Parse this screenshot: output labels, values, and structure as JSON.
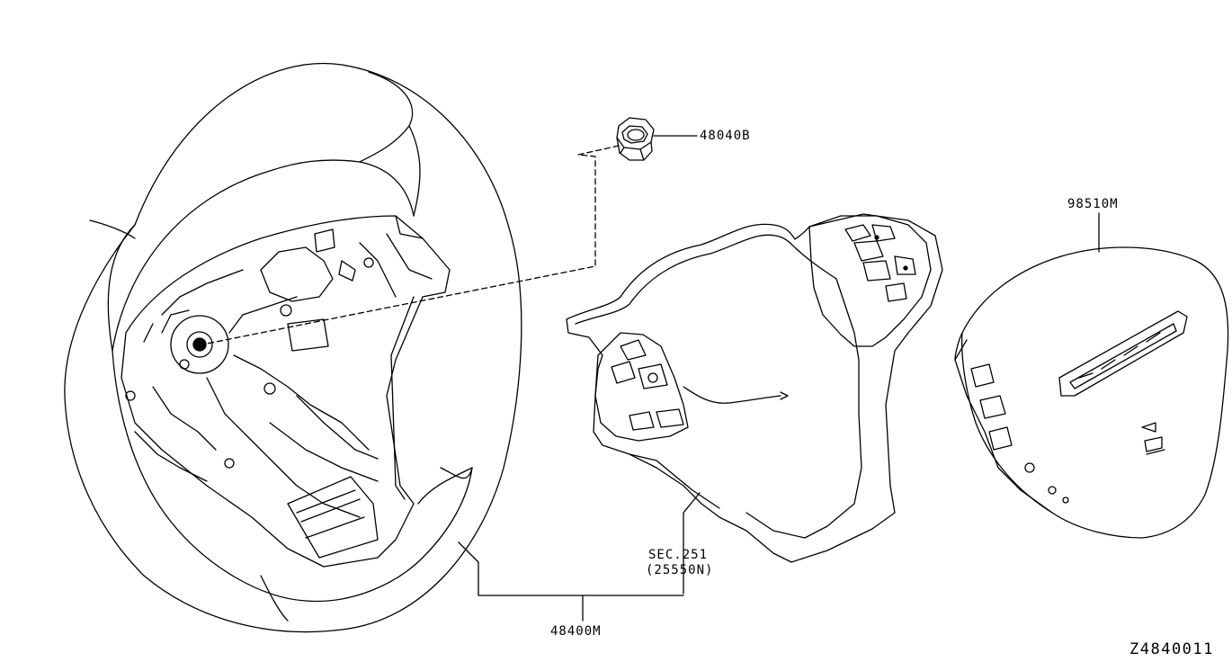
{
  "diagram": {
    "stroke_color": "#000000",
    "background_color": "#ffffff",
    "parts": [
      {
        "name": "steering-wheel-assembly",
        "part_number": "48400M"
      },
      {
        "name": "nut",
        "part_number": "48040B"
      },
      {
        "name": "switch-assembly",
        "section_ref": "SEC.251",
        "sub_ref": "(25550N)"
      },
      {
        "name": "airbag-module",
        "part_number": "98510M"
      }
    ],
    "diagram_code": "Z4840011"
  }
}
